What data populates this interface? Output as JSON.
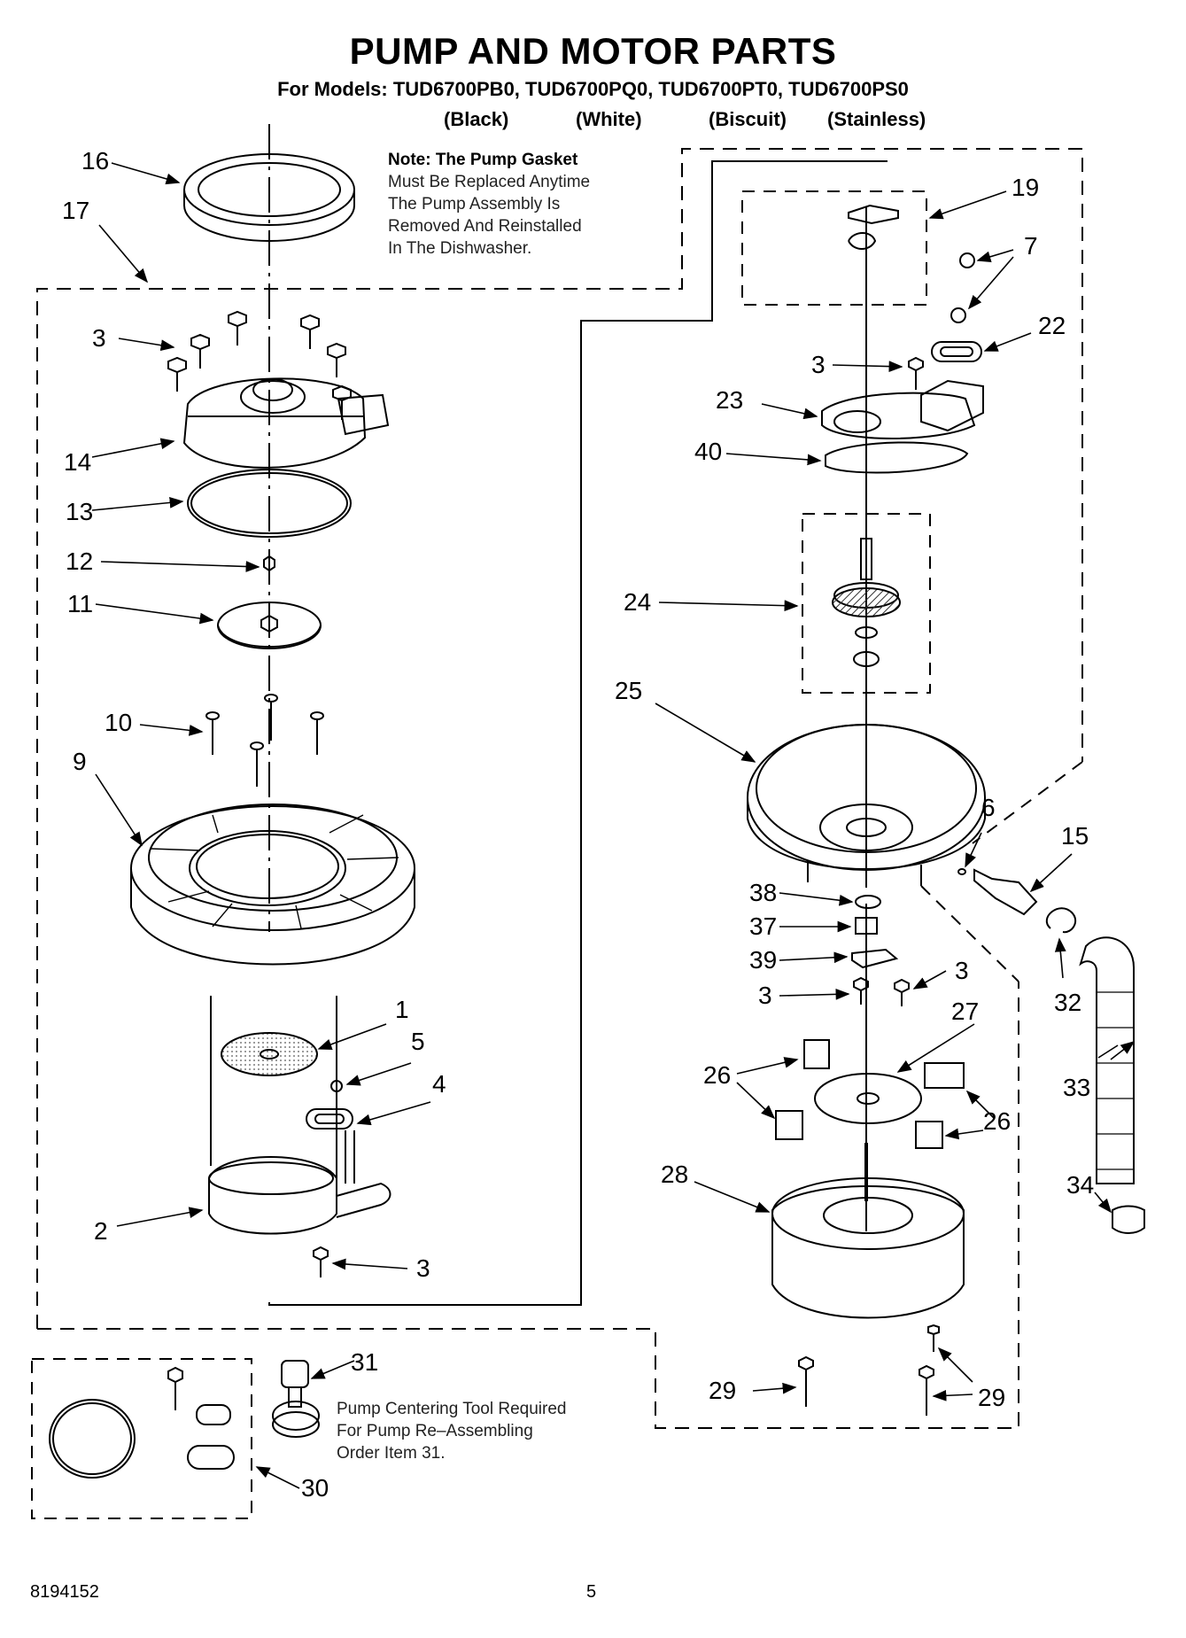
{
  "title": "PUMP AND MOTOR PARTS",
  "models_line": "For Models: TUD6700PB0, TUD6700PQ0, TUD6700PT0, TUD6700PS0",
  "colors": [
    "(Black)",
    "(White)",
    "(Biscuit)",
    "(Stainless)"
  ],
  "note": {
    "heading": "Note: The Pump Gasket",
    "lines": [
      "Must Be Replaced Anytime",
      "The Pump Assembly Is",
      "Removed And Reinstalled",
      "In The Dishwasher."
    ]
  },
  "tool_note": {
    "lines": [
      "Pump Centering Tool Required",
      "For Pump Re–Assembling",
      "Order Item 31."
    ]
  },
  "callouts": {
    "c16": "16",
    "c17": "17",
    "c3a": "3",
    "c14": "14",
    "c13": "13",
    "c12": "12",
    "c11": "11",
    "c10": "10",
    "c9": "9",
    "c1": "1",
    "c5": "5",
    "c4": "4",
    "c2": "2",
    "c3b": "3",
    "c31": "31",
    "c30": "30",
    "c19": "19",
    "c7": "7",
    "c22": "22",
    "c3c": "3",
    "c23": "23",
    "c40": "40",
    "c24": "24",
    "c25": "25",
    "c6": "6",
    "c15": "15",
    "c38": "38",
    "c37": "37",
    "c39": "39",
    "c3d": "3",
    "c3e": "3",
    "c32": "32",
    "c27": "27",
    "c33": "33",
    "c26a": "26",
    "c26b": "26",
    "c28": "28",
    "c34": "34",
    "c29a": "29",
    "c29b": "29"
  },
  "footer": {
    "doc_number": "8194152",
    "page_number": "5"
  }
}
